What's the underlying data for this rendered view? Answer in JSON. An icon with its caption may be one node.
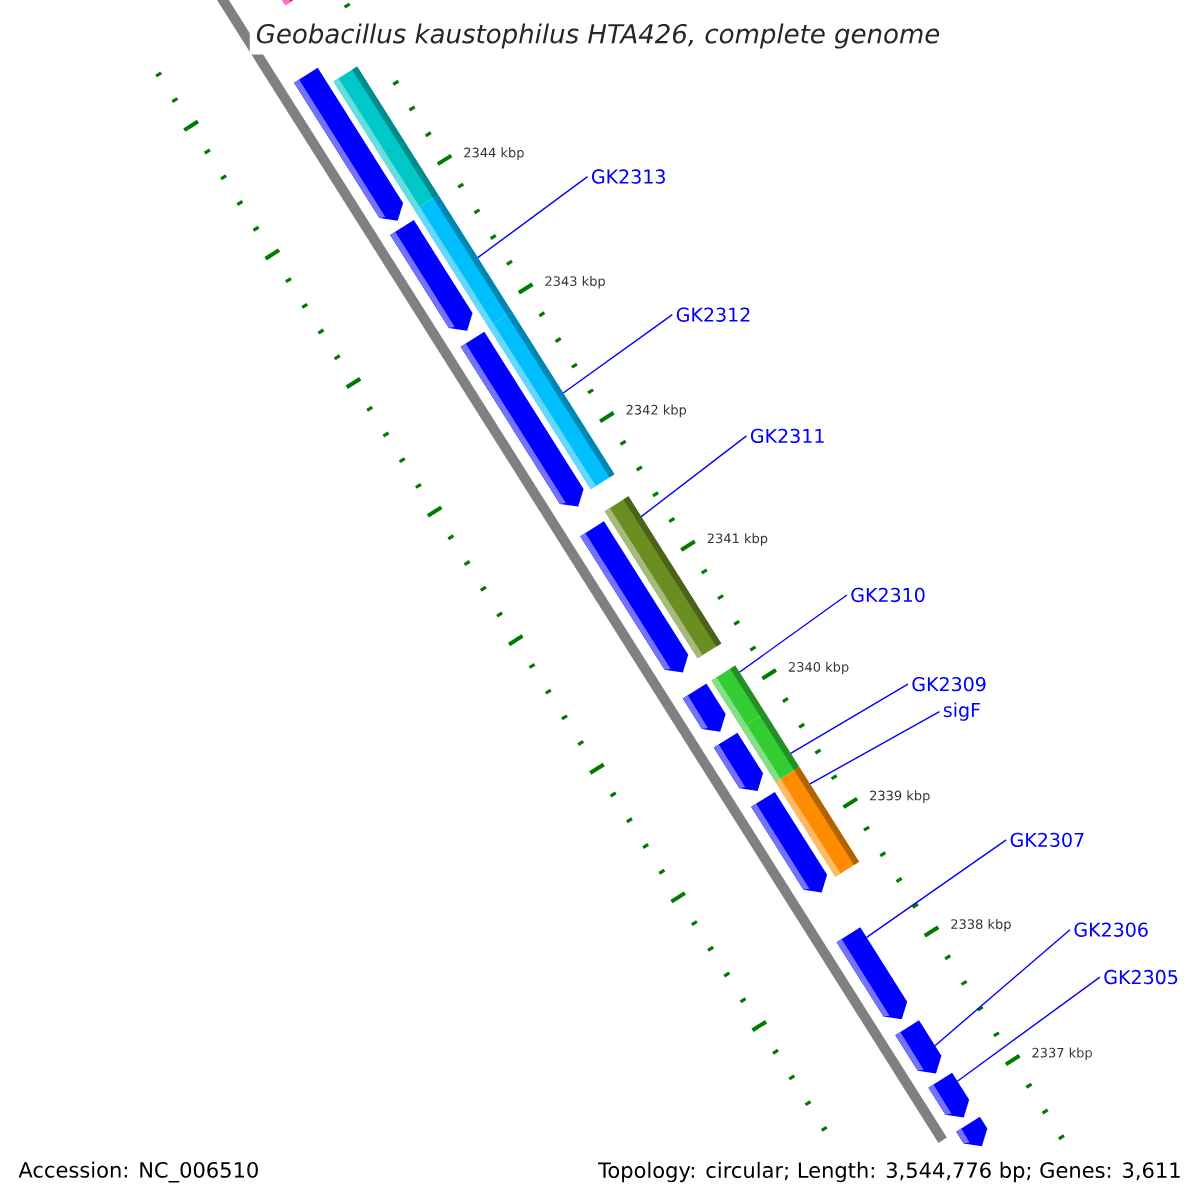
{
  "diagram": {
    "title": "Geobacillus kaustophilus HTA426, complete genome",
    "nodes": [
      {
        "text": [
          "GK2313"
        ]
      },
      {
        "text": [
          "GK2312"
        ]
      },
      {
        "text": [
          "GK2311"
        ]
      },
      {
        "text": [
          "GK2310"
        ]
      },
      {
        "text": [
          "GK2309"
        ]
      },
      {
        "text": [
          "sigF"
        ]
      },
      {
        "text": [
          "GK2307"
        ]
      },
      {
        "text": [
          "GK2306"
        ]
      },
      {
        "text": [
          "GK2305"
        ]
      },
      {
        "text": [],
        "shape": "bar"
      },
      {
        "text": [],
        "shape": "bar"
      },
      {
        "text": [],
        "shape": "bar"
      },
      {
        "text": [],
        "shape": "bar"
      },
      {
        "text": [],
        "shape": "bar"
      },
      {
        "text": [],
        "shape": "bar"
      },
      {
        "text": [],
        "shape": "bar"
      },
      {
        "text": [],
        "shape": "bar"
      },
      {
        "text": [],
        "shape": "arrow"
      },
      {
        "text": [],
        "shape": "arrow"
      },
      {
        "text": [],
        "shape": "arrow"
      },
      {
        "text": [],
        "shape": "arrow"
      },
      {
        "text": [],
        "shape": "arrow"
      },
      {
        "text": [],
        "shape": "arrow"
      },
      {
        "text": [],
        "shape": "arrow"
      },
      {
        "text": [],
        "shape": "arrow"
      },
      {
        "text": [],
        "shape": "arrow"
      },
      {
        "text": [],
        "shape": "arrow"
      },
      {
        "text": [],
        "shape": "arrow"
      }
    ],
    "edges": [
      {
        "from": 0,
        "to": 11,
        "arrow": "none"
      },
      {
        "from": 1,
        "to": 12,
        "arrow": "none"
      },
      {
        "from": 2,
        "to": 13,
        "arrow": "none"
      },
      {
        "from": 3,
        "to": 14,
        "arrow": "none"
      },
      {
        "from": 4,
        "to": 15,
        "arrow": "none"
      },
      {
        "from": 5,
        "to": 16,
        "arrow": "none"
      },
      {
        "from": 6,
        "to": 24,
        "arrow": "none"
      },
      {
        "from": 7,
        "to": 25,
        "arrow": "none"
      },
      {
        "from": 8,
        "to": 26,
        "arrow": "none"
      }
    ],
    "labels": [
      "2344 kbp",
      "2343 kbp",
      "2342 kbp",
      "2341 kbp",
      "2340 kbp",
      "2339 kbp",
      "2338 kbp",
      "2337 kbp",
      "Accession: NC_006510",
      "Topology: circular; Length: 3,544,776 bp; Genes: 3,611"
    ]
  }
}
